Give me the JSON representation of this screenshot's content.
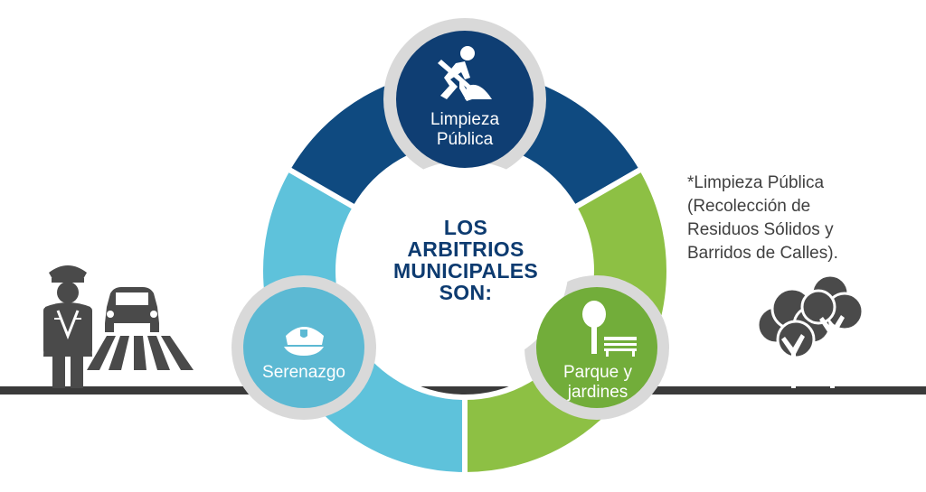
{
  "title": {
    "lines": [
      "LOS",
      "ARBITRIOS",
      "MUNICIPALES",
      "SON:"
    ]
  },
  "nodes": {
    "limpieza": {
      "label_line1": "Limpieza",
      "label_line2": "Pública",
      "icon": "worker-shoveling-icon",
      "color": "#0f3e73"
    },
    "parques": {
      "label_line1": "Parque y",
      "label_line2": "jardines",
      "icon": "park-tree-bench-icon",
      "color": "#72ad3a"
    },
    "serenazgo": {
      "label": "Serenazgo",
      "icon": "police-cap-icon",
      "color": "#5cb9d3"
    }
  },
  "note": {
    "lines": [
      "*Limpieza Pública",
      "(Recolección de",
      "Residuos Sólidos y",
      "Barridos de Calles)."
    ]
  },
  "colors": {
    "dark_blue": "#0f4a80",
    "green": "#8dc044",
    "light_blue": "#5ec2db",
    "ring_gray": "#d9d9d9",
    "ground": "#3a3a3a",
    "title_text": "#0d3b70",
    "note_text": "#404040",
    "illustration_gray": "#4a4a4a"
  },
  "decorations": [
    "security-guard-icon",
    "car-crosswalk-icon",
    "trees-icon"
  ]
}
